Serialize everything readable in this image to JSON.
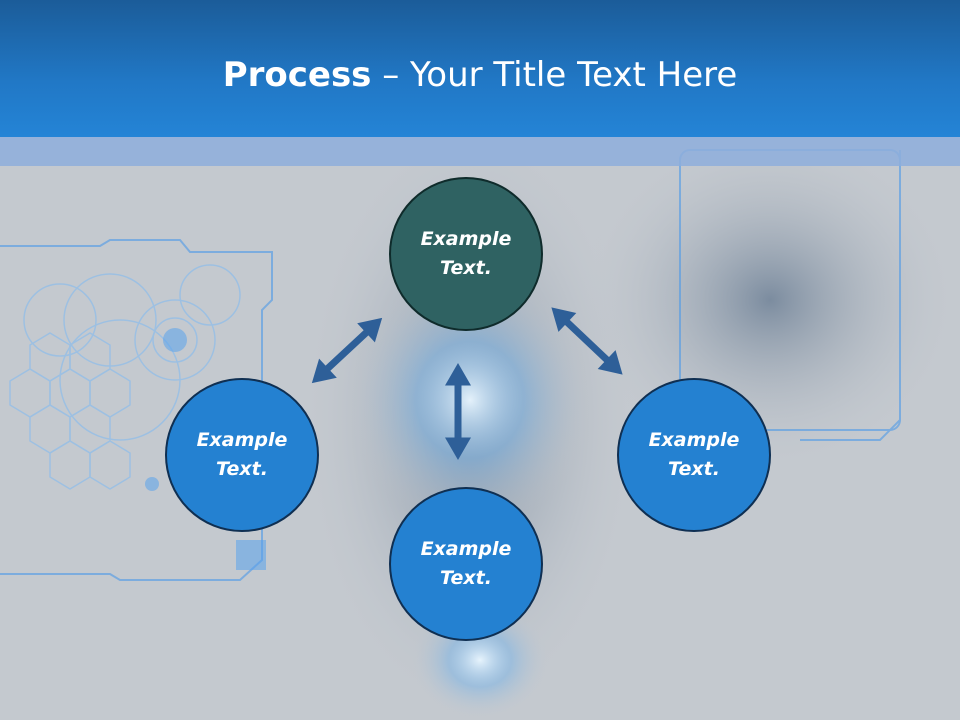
{
  "slide": {
    "title_bold": "Process",
    "title_rest": " – Your Title Text Here"
  },
  "diagram": {
    "nodes": [
      {
        "id": "top",
        "label": "Example\nText.",
        "color": "#2f6262"
      },
      {
        "id": "left",
        "label": "Example\nText.",
        "color": "#2481d1"
      },
      {
        "id": "right",
        "label": "Example\nText.",
        "color": "#2481d1"
      },
      {
        "id": "bottom",
        "label": "Example\nText.",
        "color": "#2481d1"
      }
    ],
    "arrow_color": "#2e5f98"
  }
}
